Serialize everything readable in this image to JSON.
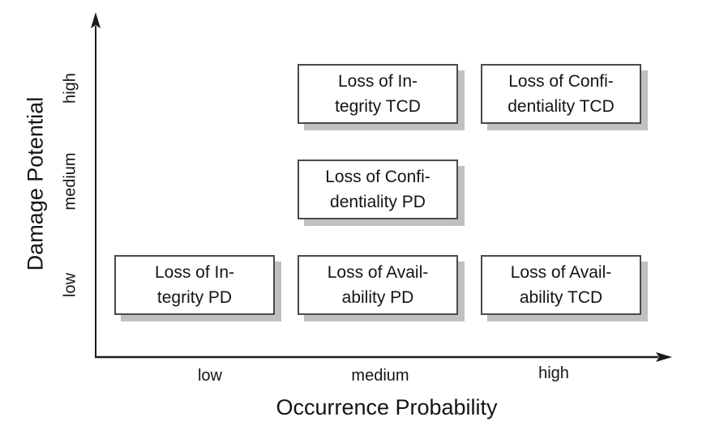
{
  "axes": {
    "x_title": "Occurrence Probability",
    "y_title": "Damage Potential",
    "x_ticks": [
      "low",
      "medium",
      "high"
    ],
    "y_ticks": [
      "low",
      "medium",
      "high"
    ]
  },
  "boxes": [
    {
      "id": "loss-of-integrity-tcd",
      "lines": [
        "Loss of In-",
        "tegrity TCD"
      ],
      "x": "medium",
      "y": "high"
    },
    {
      "id": "loss-of-confidentiality-tcd",
      "lines": [
        "Loss of Confi-",
        "dentiality TCD"
      ],
      "x": "high",
      "y": "high"
    },
    {
      "id": "loss-of-confidentiality-pd",
      "lines": [
        "Loss of Confi-",
        "dentiality PD"
      ],
      "x": "medium",
      "y": "medium"
    },
    {
      "id": "loss-of-integrity-pd",
      "lines": [
        "Loss of In-",
        "tegrity PD"
      ],
      "x": "low",
      "y": "low"
    },
    {
      "id": "loss-of-availability-pd",
      "lines": [
        "Loss of Avail-",
        "ability PD"
      ],
      "x": "medium",
      "y": "low"
    },
    {
      "id": "loss-of-availability-tcd",
      "lines": [
        "Loss of Avail-",
        "ability TCD"
      ],
      "x": "high",
      "y": "low"
    }
  ],
  "colors": {
    "background": "#ffffff",
    "axis": "#1a1a1a",
    "text": "#141414",
    "box_border": "#4a4a4a",
    "box_fill": "#ffffff",
    "box_shadow": "#c0c0c0"
  },
  "chart_data": {
    "type": "scatter",
    "title": "",
    "xlabel": "Occurrence Probability",
    "ylabel": "Damage Potential",
    "x_ticks": [
      "low",
      "medium",
      "high"
    ],
    "y_ticks": [
      "low",
      "medium",
      "high"
    ],
    "grid": false,
    "points": [
      {
        "label": "Loss of Integrity TCD",
        "x": "medium",
        "y": "high"
      },
      {
        "label": "Loss of Confidentiality TCD",
        "x": "high",
        "y": "high"
      },
      {
        "label": "Loss of Confidentiality PD",
        "x": "medium",
        "y": "medium"
      },
      {
        "label": "Loss of Integrity PD",
        "x": "low",
        "y": "low"
      },
      {
        "label": "Loss of Availability PD",
        "x": "medium",
        "y": "low"
      },
      {
        "label": "Loss of Availability TCD",
        "x": "high",
        "y": "low"
      }
    ]
  }
}
